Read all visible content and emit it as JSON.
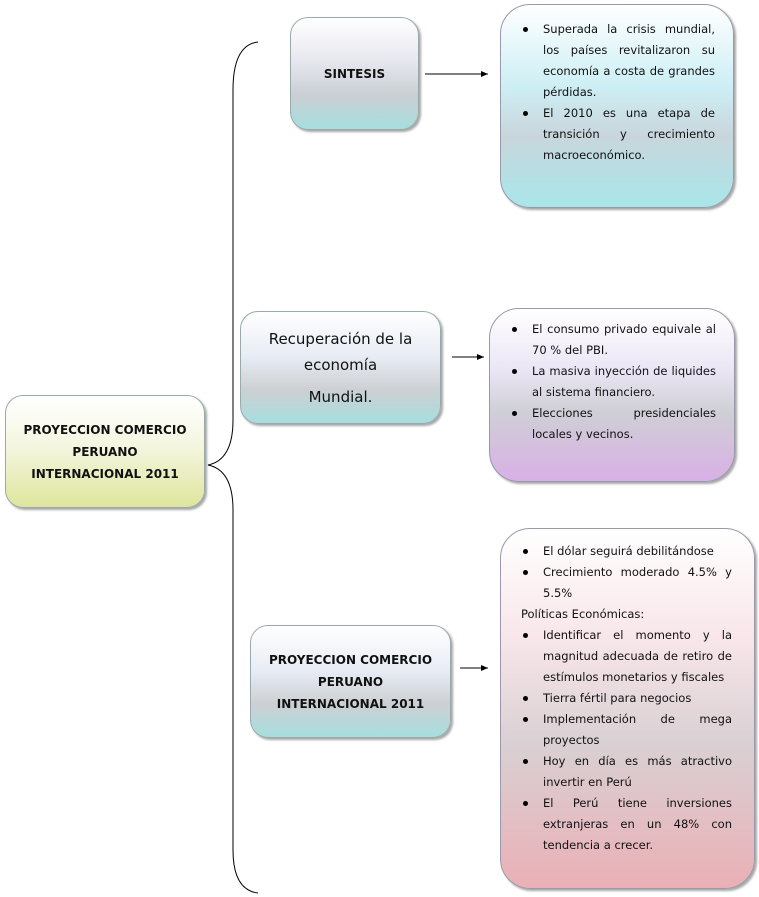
{
  "root": {
    "lines": [
      "PROYECCION COMERCIO",
      "PERUANO",
      "INTERNACIONAL 2011"
    ]
  },
  "branches": [
    {
      "title": [
        "SINTESIS"
      ],
      "items": [
        "Superada la crisis mundial, los países revitalizaron su economía a costa de grandes pérdidas.",
        "El 2010 es una etapa de transición y crecimiento macroeconómico."
      ]
    },
    {
      "title": [
        "Recuperación de la",
        "economía",
        "Mundial."
      ],
      "items": [
        "El consumo privado equivale al 70 % del PBI.",
        "La masiva inyección de liquides al sistema financiero.",
        "Elecciones presidenciales locales y vecinos."
      ]
    },
    {
      "title": [
        "PROYECCION COMERCIO",
        "PERUANO",
        "INTERNACIONAL 2011"
      ],
      "items_top": [
        "El dólar seguirá debilitándose",
        "Crecimiento moderado 4.5% y 5.5%"
      ],
      "subheading": "Políticas Económicas:",
      "items": [
        "Identificar el momento y la magnitud adecuada de retiro de estímulos monetarios y fiscales",
        "Tierra fértil para negocios",
        "Implementación de mega proyectos",
        "Hoy en día es más atractivo invertir en Perú",
        "El Perú tiene inversiones extranjeras en un 48% con tendencia a crecer."
      ]
    }
  ]
}
